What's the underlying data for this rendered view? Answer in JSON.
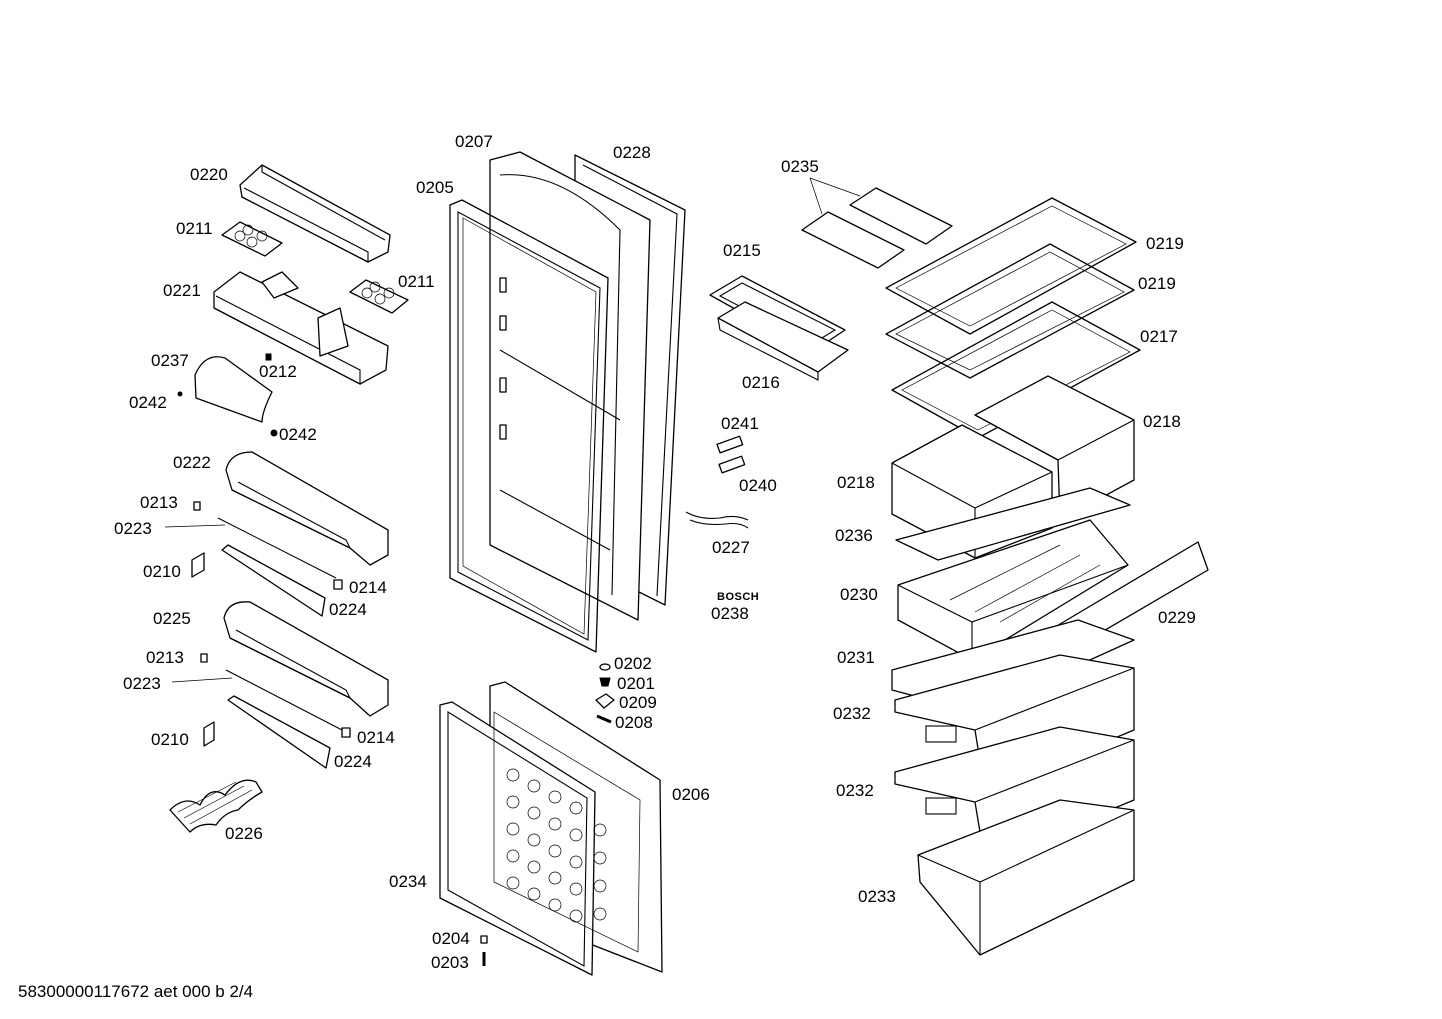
{
  "diagram": {
    "brand_mark": "BOSCH",
    "footer_text": "58300000117672 aet 000 b 2/4",
    "labels": {
      "l0207": "0207",
      "l0228": "0228",
      "l0205": "0205",
      "l0220": "0220",
      "l0211a": "0211",
      "l0211b": "0211",
      "l0221": "0221",
      "l0237": "0237",
      "l0212": "0212",
      "l0242a": "0242",
      "l0242b": "0242",
      "l0222": "0222",
      "l0213a": "0213",
      "l0223a": "0223",
      "l0210a": "0210",
      "l0214a": "0214",
      "l0224a": "0224",
      "l0225": "0225",
      "l0213b": "0213",
      "l0223b": "0223",
      "l0210b": "0210",
      "l0214b": "0214",
      "l0224b": "0224",
      "l0226": "0226",
      "l0202": "0202",
      "l0201": "0201",
      "l0209": "0209",
      "l0208": "0208",
      "l0206": "0206",
      "l0234": "0234",
      "l0204": "0204",
      "l0203": "0203",
      "l0235": "0235",
      "l0215": "0215",
      "l0216": "0216",
      "l0241": "0241",
      "l0240": "0240",
      "l0227": "0227",
      "l0238": "0238",
      "l0219a": "0219",
      "l0219b": "0219",
      "l0217": "0217",
      "l0218a": "0218",
      "l0218b": "0218",
      "l0236": "0236",
      "l0230": "0230",
      "l0229": "0229",
      "l0231": "0231",
      "l0232a": "0232",
      "l0232b": "0232",
      "l0233": "0233"
    }
  }
}
